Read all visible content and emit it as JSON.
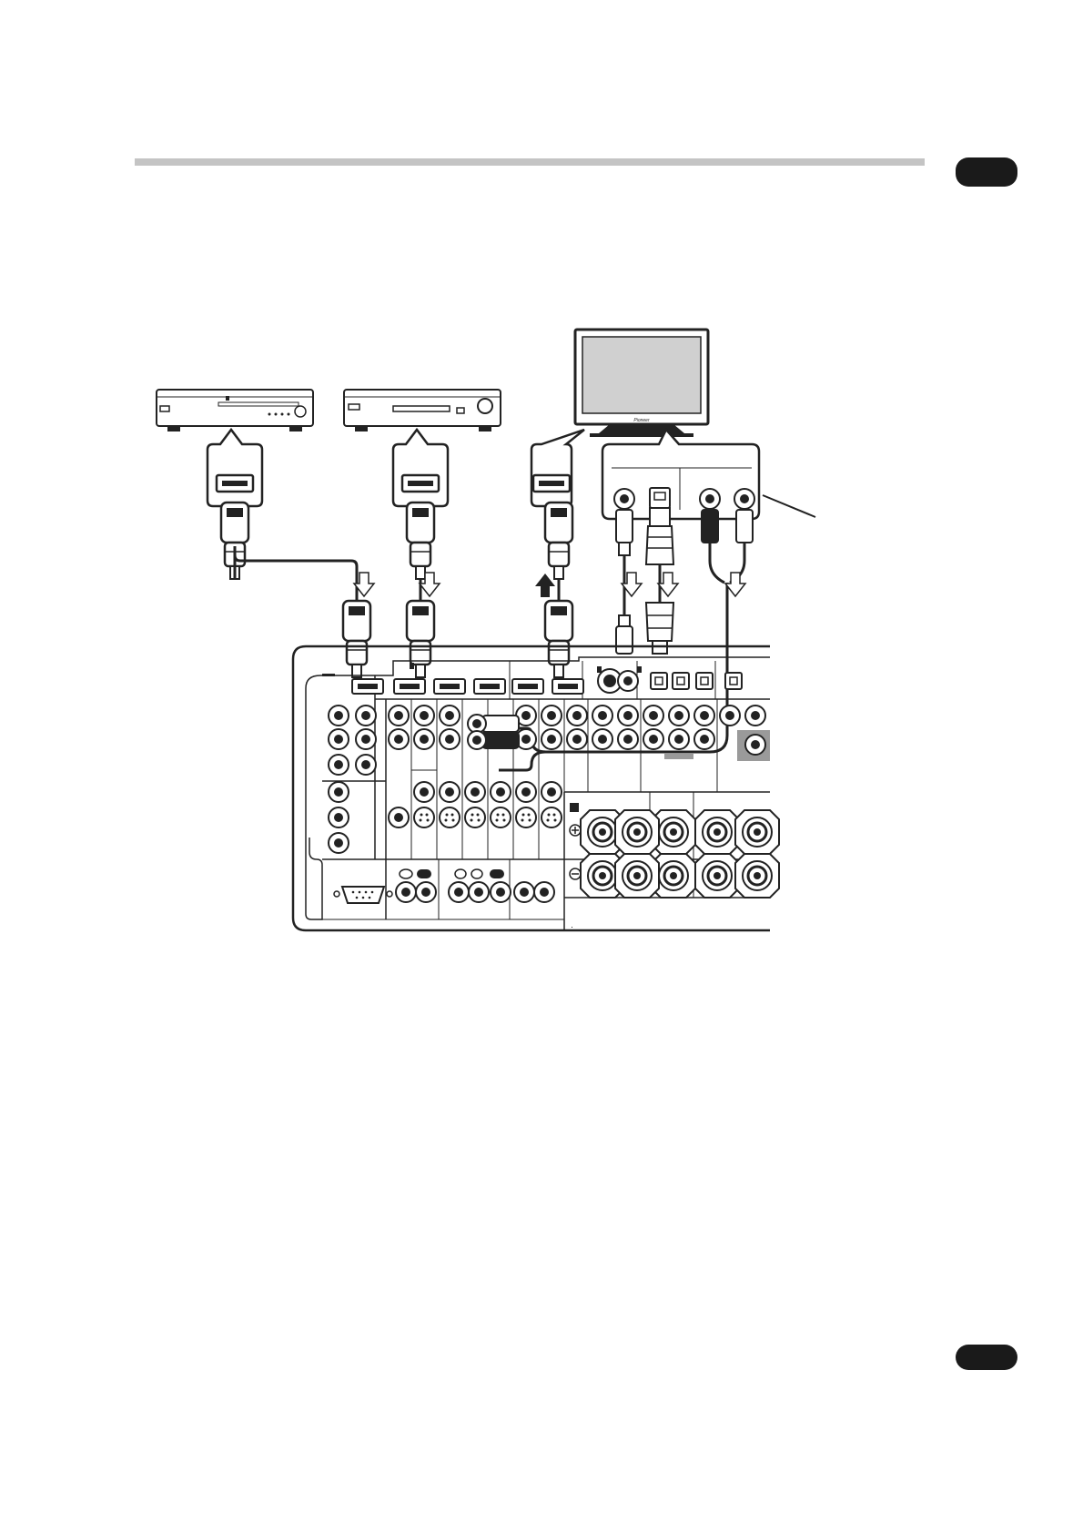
{
  "page": {
    "chapter_tab": "",
    "page_number_tab": ""
  },
  "diagram": {
    "tv_brand": "Pioneer",
    "devices": [
      "blu-ray-player",
      "dvd-recorder",
      "flat-panel-tv",
      "av-receiver"
    ],
    "colors": {
      "ink": "#222222",
      "gray": "#c4c4c4",
      "screen": "#d0d0d0",
      "tab": "#1a1a1a"
    }
  }
}
